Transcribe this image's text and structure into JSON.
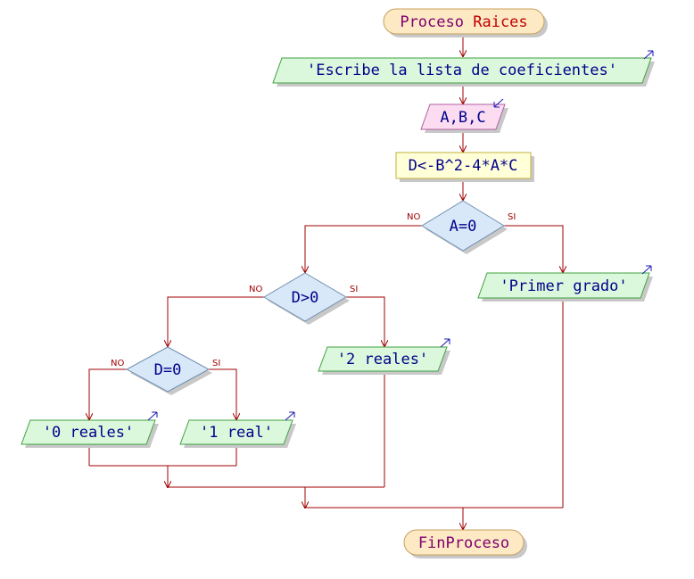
{
  "colors": {
    "edge": "#a00000",
    "shadow": "#c8c8c8",
    "terminal_fill": "#fde9c3",
    "terminal_stroke": "#c8a060",
    "terminal_text": "#800070",
    "terminal_keyword": "#800070",
    "terminal_name": "#c00000",
    "output_fill": "#dcf8dc",
    "output_stroke": "#40a040",
    "output_text": "#005a66",
    "input_fill": "#fbdcf1",
    "input_stroke": "#b060a0",
    "process_fill": "#ffffd8",
    "process_stroke": "#c0b040",
    "decision_fill": "#d8e8f8",
    "decision_stroke": "#7090b0",
    "code_text": "#00008b",
    "branch_text": "#a00000",
    "io_arrow": "#1b1bb5"
  },
  "nodes": {
    "start": {
      "keyword": "Proceso",
      "name": "Raices"
    },
    "prompt_output": {
      "text": "'Escribe la lista de coeficientes'",
      "icon": "output-arrow-icon"
    },
    "read_input": {
      "text": "A,B,C",
      "icon": "input-arrow-icon"
    },
    "assign": {
      "text": "D<-B^2-4*A*C"
    },
    "decision_a": {
      "text": "A=0",
      "no_label": "NO",
      "yes_label": "SI"
    },
    "out_primer": {
      "text": "'Primer grado'",
      "icon": "output-arrow-icon"
    },
    "decision_d_pos": {
      "text": "D>0",
      "no_label": "NO",
      "yes_label": "SI"
    },
    "out_2reales": {
      "text": "'2 reales'",
      "icon": "output-arrow-icon"
    },
    "decision_d_zero": {
      "text": "D=0",
      "no_label": "NO",
      "yes_label": "SI"
    },
    "out_0reales": {
      "text": "'0 reales'",
      "icon": "output-arrow-icon"
    },
    "out_1real": {
      "text": "'1 real'",
      "icon": "output-arrow-icon"
    },
    "end": {
      "text": "FinProceso"
    }
  }
}
